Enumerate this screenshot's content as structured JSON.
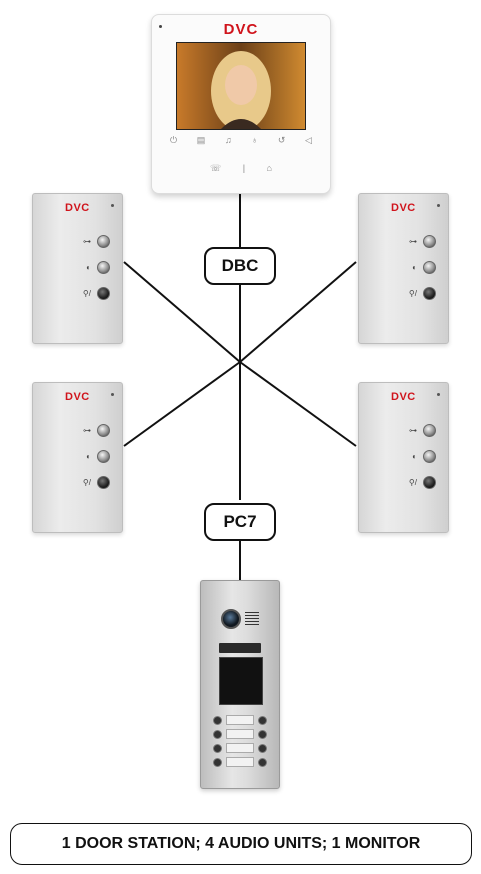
{
  "monitor": {
    "brand": "DVC"
  },
  "audio_units": [
    {
      "brand": "DVC"
    },
    {
      "brand": "DVC"
    },
    {
      "brand": "DVC"
    },
    {
      "brand": "DVC"
    }
  ],
  "labels": {
    "top_cable": "DBC",
    "bottom_cable": "PC7"
  },
  "summary": "1 DOOR STATION; 4 AUDIO UNITS; 1 MONITOR",
  "colors": {
    "brand_red": "#d0141c",
    "line": "#111111"
  },
  "icons": {
    "monitor_row1": [
      "power-icon",
      "book-icon",
      "bell-icon",
      "mic-icon",
      "redo-icon",
      "speaker-icon"
    ],
    "monitor_row2": [
      "intercom-icon",
      "divider-icon",
      "lock-icon"
    ],
    "unit_rows": [
      "key-icon",
      "handset-icon",
      "talk-icon"
    ]
  }
}
